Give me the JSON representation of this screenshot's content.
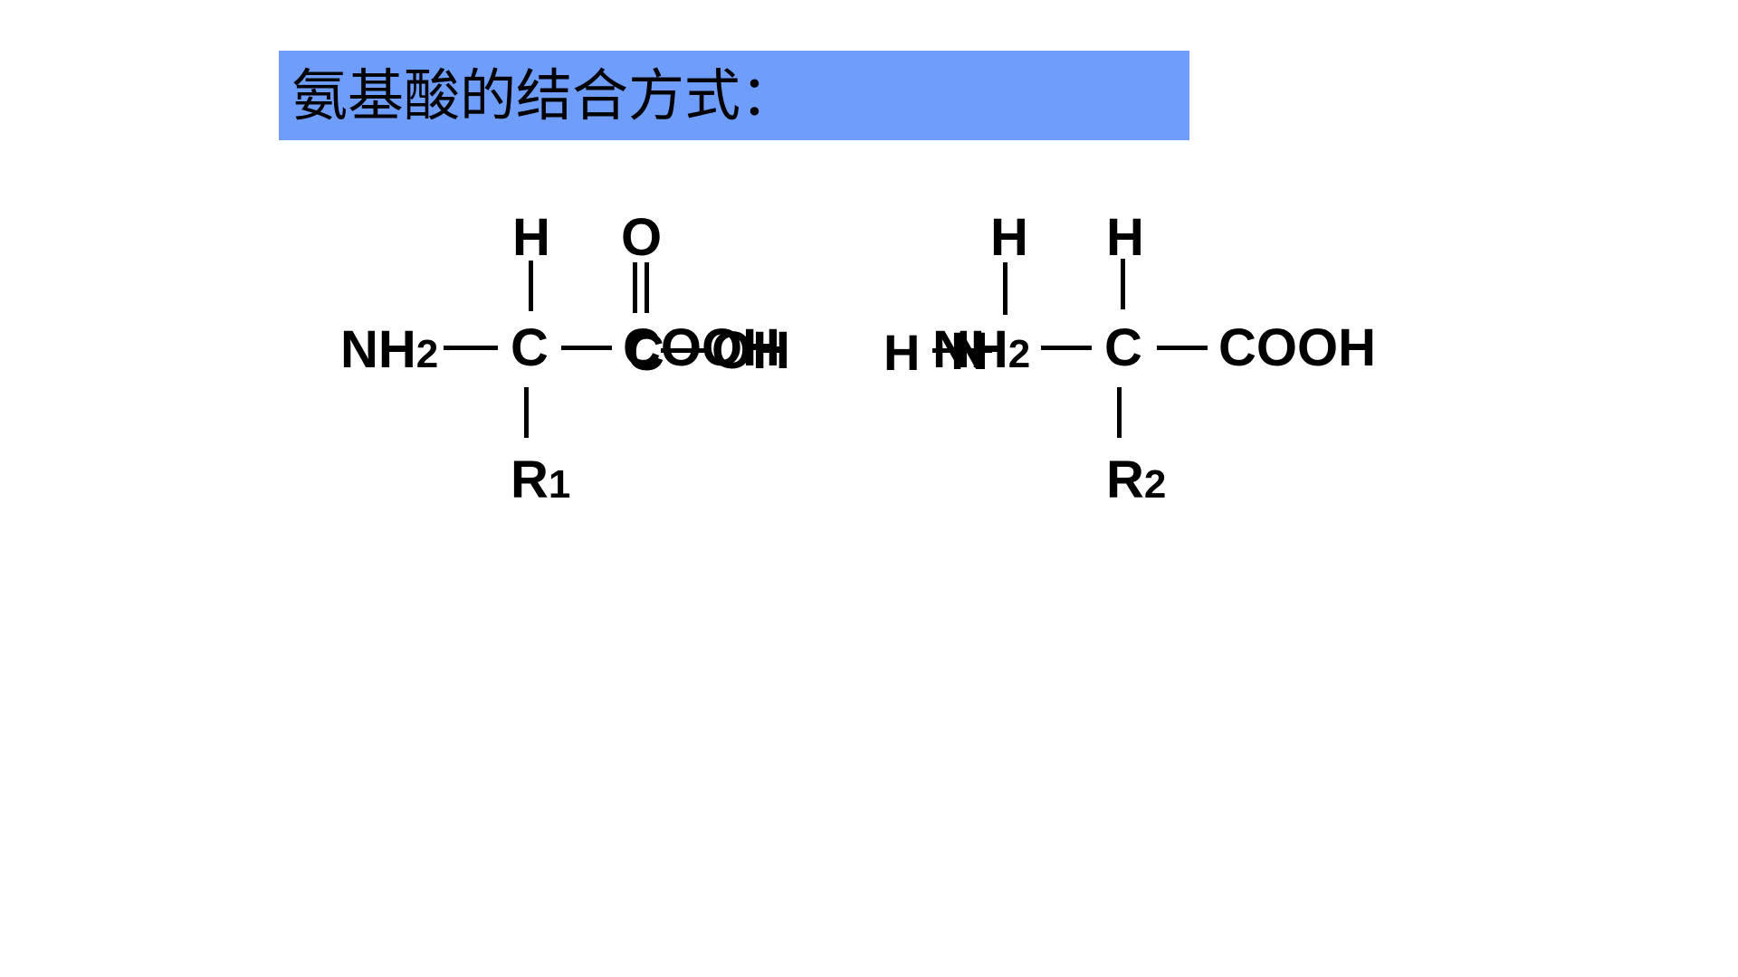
{
  "title": "氨基酸的结合方式：",
  "colors": {
    "title_bar": "#6f9dfc",
    "text": "#000000",
    "background": "#ffffff"
  },
  "molecule1": {
    "top_h": "H",
    "top_o": "O",
    "amino_n": "NH",
    "amino_sub": "2",
    "alpha_c": "C",
    "carboxyl": "COOH",
    "carbonyl_c": "C",
    "oh_tail": "OH",
    "r_group": "R",
    "r_sub": "1"
  },
  "molecule2": {
    "top_h_n": "H",
    "top_h_c": "H",
    "water_h": "H",
    "amino_n": "NH",
    "amino_sub": "2",
    "ghost_n": "N",
    "alpha_c": "C",
    "carboxyl": "COOH",
    "r_group": "R",
    "r_sub": "2"
  }
}
